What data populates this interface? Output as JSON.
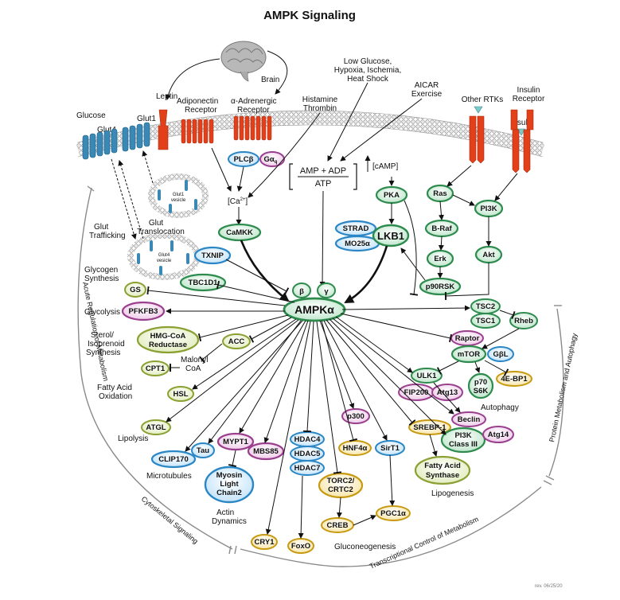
{
  "title": "AMPK Signaling",
  "revision": "rev. 06/25/20",
  "colors": {
    "green_border": "#2e8b4e",
    "green_fill": "#c9ecd6",
    "blue_border": "#2a86c4",
    "blue_fill": "#cfe9fb",
    "purple_border": "#9a3f8e",
    "purple_fill": "#f1d4ec",
    "yellow_border": "#c79a12",
    "yellow_fill": "#fbefc6",
    "olive_border": "#8aa032",
    "olive_fill": "#e9f1cf",
    "red_receptor": "#e2401b",
    "teal_transporter": "#3a88b5"
  },
  "inputs": {
    "brain": "Brain",
    "leptin": "Leptin",
    "glucose": "Glucose",
    "glut4": "Glut4",
    "glut1": "Glut1",
    "adiponectin": [
      "Adiponectin",
      "Receptor"
    ],
    "alpha_adrenergic": [
      "α-Adrenergic",
      "Receptor"
    ],
    "histamine": [
      "Histamine",
      "Thrombin"
    ],
    "stress": [
      "Low Glucose,",
      "Hypoxia, Ischemia,",
      "Heat Shock"
    ],
    "aicar": [
      "AICAR",
      "Exercise"
    ],
    "other_rtks": "Other RTKs",
    "insulin_receptor": [
      "Insulin",
      "Receptor"
    ],
    "insulin": "Insulin",
    "amp_adp": "AMP + ADP",
    "atp": "ATP",
    "camp": "[cAMP]",
    "ca": "[Ca",
    "ca_sup": "2+",
    "ca_end": "]"
  },
  "vesicles": {
    "glut1_vesicle": [
      "Glut1",
      "vesicle"
    ],
    "glut4_vesicle": [
      "Glut4",
      "vesicle"
    ],
    "glut_translocation": [
      "Glut",
      "Translocation"
    ],
    "glut_trafficking": [
      "Glut",
      "Trafficking"
    ]
  },
  "nodes": {
    "plcb": "PLCβ",
    "gaq": "Gα",
    "gaq_sub": "q",
    "camkk": "CaMKK",
    "txnip": "TXNIP",
    "tbc1d1": "TBC1D1",
    "pka": "PKA",
    "strad": "STRAD",
    "mo25a": "MO25α",
    "lkb1": "LKB1",
    "ras": "Ras",
    "braf": "B-Raf",
    "erk": "Erk",
    "p90rsk": "p90RSK",
    "pi3k": "PI3K",
    "akt": "Akt",
    "beta": "β",
    "gamma": "γ",
    "ampka": "AMPKα",
    "gs": "GS",
    "pfkfb3": "PFKFB3",
    "hmgcoa": [
      "HMG-CoA",
      "Reductase"
    ],
    "acc": "ACC",
    "cpt1": "CPT1",
    "hsl": "HSL",
    "atgl": "ATGL",
    "tsc2": "TSC2",
    "tsc1": "TSC1",
    "rheb": "Rheb",
    "raptor": "Raptor",
    "mtor": "mTOR",
    "gbl": "GβL",
    "ulk1": "ULK1",
    "fip200": "FIP200",
    "atg13": "Atg13",
    "p70s6k": [
      "p70",
      "S6K"
    ],
    "ebp1": "4E-BP1",
    "beclin": "Beclin",
    "pi3k3": [
      "PI3K",
      "Class III"
    ],
    "atg14": "Atg14",
    "p300": "p300",
    "hnf4a": "HNF4α",
    "sirt1": "SirT1",
    "srebp1": "SREBP-1",
    "fas": [
      "Fatty Acid",
      "Synthase"
    ],
    "pgc1a": "PGC1α",
    "creb": "CREB",
    "torc2": [
      "TORC2/",
      "CRTC2"
    ],
    "hdac4": "HDAC4",
    "hdac5": "HDAC5",
    "hdac7": "HDAC7",
    "tau": "Tau",
    "clip170": "CLIP170",
    "mypt1": "MYPT1",
    "mbs85": "MBS85",
    "mlc2": [
      "Myosin",
      "Light",
      "Chain2"
    ],
    "cry1": "CRY1",
    "foxo": "FoxO"
  },
  "labels": {
    "glycogen": [
      "Glycogen",
      "Synthesis"
    ],
    "glycolysis": "Glycolysis",
    "sterol": [
      "Sterol/",
      "Isoprenoid",
      "Synthesis"
    ],
    "malonyl": [
      "Malonyl",
      "CoA"
    ],
    "fao": [
      "Fatty Acid",
      "Oxidation"
    ],
    "lipolysis": "Lipolysis",
    "microtubules": "Microtubules",
    "actin": [
      "Actin",
      "Dynamics"
    ],
    "autophagy": "Autophagy",
    "lipogenesis": "Lipogenesis",
    "gluconeogenesis": "Gluconeogenesis"
  },
  "arcs": {
    "acute": "Acute Regulation of Metabolism",
    "cytoskeletal": "Cytoskeletal Signaling",
    "transcriptional": "Transcriptional Control of Metabolism",
    "protein": "Protein Metabolism and Autophagy"
  }
}
